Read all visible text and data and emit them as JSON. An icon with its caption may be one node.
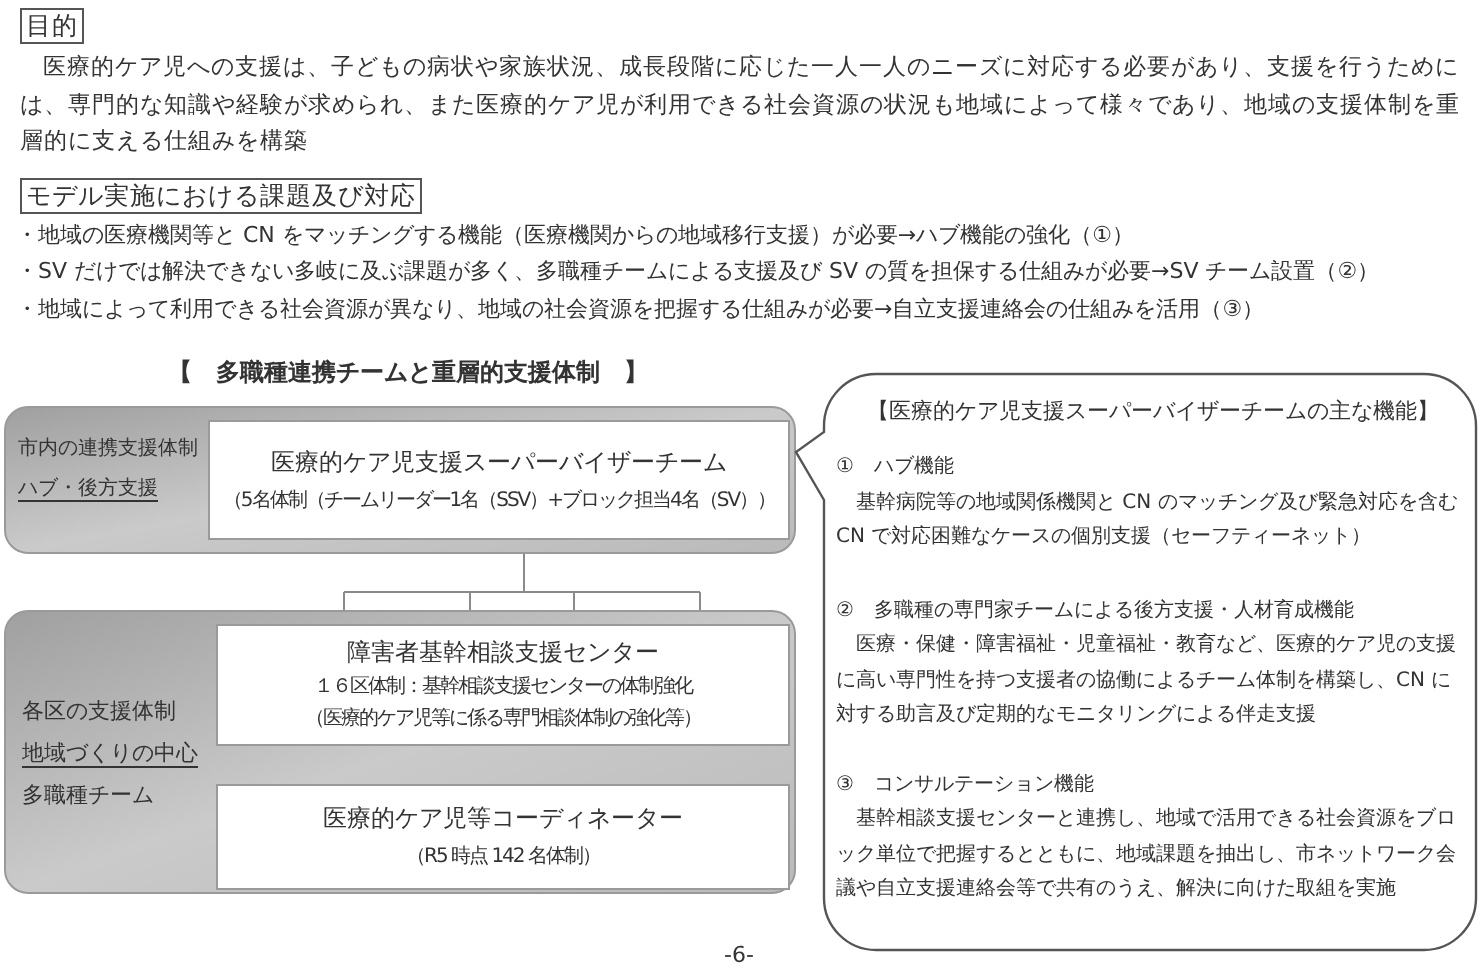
{
  "diagram": {
    "title": "【　多職種連携チームと重層的支援体制　】",
    "nodes": [
      {
        "text": [
          "目的"
        ]
      },
      {
        "text": [
          "モデル実施における課題及び対応"
        ]
      },
      {
        "text": [
          "市内の連携支援体制",
          "ハブ・後方支援"
        ]
      },
      {
        "text": [
          "医療的ケア児支援スーパーバイザーチーム",
          "（5名体制（チームリーダー1名（SSV）+ブロック担当4名（SV））"
        ],
        "in": 2
      },
      {
        "text": [
          "各区の支援体制",
          "地域づくりの中心",
          "多職種チーム"
        ]
      },
      {
        "text": [
          "障害者基幹相談支援センター",
          "１６区体制：基幹相談支援センターの体制強化",
          "（医療的ケア児等に係る専門相談体制の強化等）"
        ],
        "in": 4
      },
      {
        "text": [
          "医療的ケア児等コーディネーター",
          "（R5 時点 142 名体制）"
        ],
        "in": 4
      },
      {
        "text": [
          "【医療的ケア児支援スーパーバイザーチームの主な機能】",
          "①　ハブ機能",
          "基幹病院等の地域関係機関と CN のマッチング及び緊急対応を含む CN で対応困難なケースの個別支援（セーフティーネット）",
          "②　多職種の専門家チームによる後方支援・人材育成機能",
          "医療・保健・障害福祉・児童福祉・教育など、医療的ケア児の支援に高い専門性を持つ支援者の協働によるチーム体制を構築し、CN に対する助言及び定期的なモニタリングによる伴走支援",
          "③　コンサルテーション機能",
          "基幹相談支援センターと連携し、地域で活用できる社会資源をブロック単位で把握するとともに、地域課題を抽出し、市ネットワーク会議や自立支援連絡会等で共有のうえ、解決に向けた取組を実施"
        ]
      }
    ],
    "edges": [
      {
        "from": 2,
        "to": 4,
        "arrow": "none"
      }
    ],
    "labels": [
      "医療的ケア児への支援は、子どもの病状や家族状況、成長段階に応じた一人一人のニーズに対応する必要があり、支援を行うためには、専門的な知識や経験が求められ、また医療的ケア児が利用できる社会資源の状況も地域によって様々であり、地域の支援体制を重層的に支える仕組みを構築",
      "・地域の医療機関等と CN をマッチングする機能（医療機関からの地域移行支援）が必要→ハブ機能の強化（①）",
      "・SV だけでは解決できない多岐に及ぶ課題が多く、多職種チームによる支援及び SV の質を担保する仕組みが必要→SV チーム設置（②）",
      "・地域によって利用できる社会資源が異なり、地域の社会資源を把握する仕組みが必要→自立支援連絡会の仕組みを活用（③）",
      "-6-"
    ]
  }
}
